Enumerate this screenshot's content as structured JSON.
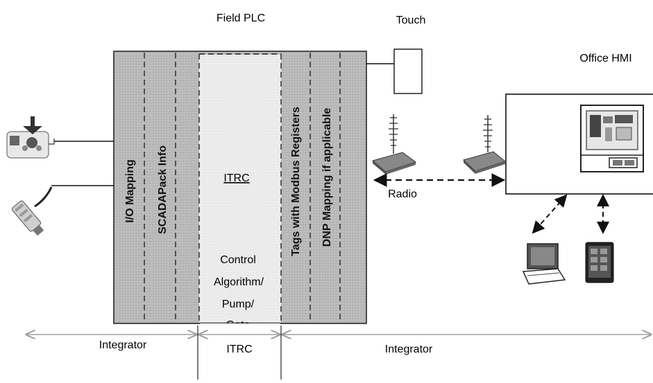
{
  "labels": {
    "field_plc": "Field PLC",
    "touch": "Touch",
    "office_hmi": "Office HMI",
    "radio": "Radio"
  },
  "plc_columns": {
    "io_mapping": "I/O Mapping",
    "scadapack_info": "SCADAPack Info",
    "itrc": "ITRC",
    "control_lines": [
      "Control",
      "Algorithm/",
      "Pump/",
      "Gate"
    ],
    "tags_modbus": "Tags with Modbus Registers",
    "dnp_mapping": "DNP Mapping if applicable"
  },
  "bottom": {
    "integrator_left": "Integrator",
    "itrc": "ITRC",
    "integrator_right": "Integrator"
  },
  "colors": {
    "plc_shade": "#b9b9b9",
    "itrc_fill": "#ececec",
    "border": "#1a1a1a",
    "arrow_gray": "#a0a0a0"
  },
  "icons": [
    "float-switch-sensor-icon",
    "pressure-transducer-icon",
    "radio-modem-icon",
    "desktop-hmi-computer-icon",
    "laptop-icon",
    "tablet-icon",
    "touch-panel-icon"
  ]
}
